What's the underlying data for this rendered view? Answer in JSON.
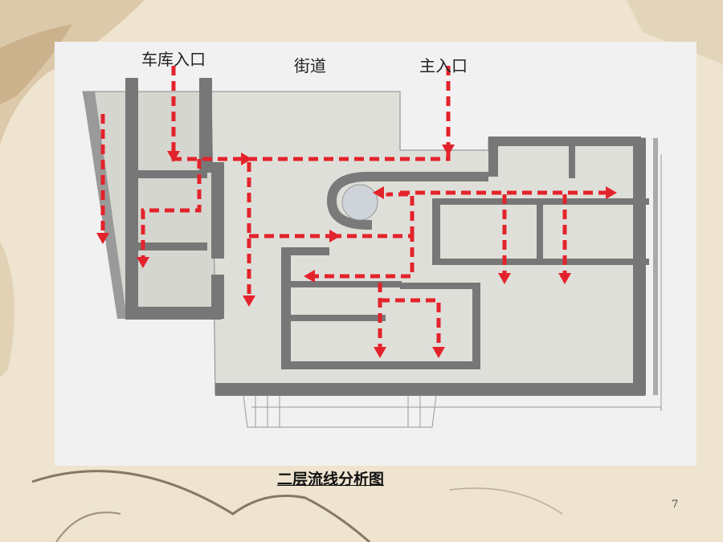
{
  "labels": {
    "garage_entrance": "车库入口",
    "street": "街道",
    "main_entrance": "主入口"
  },
  "caption": "二层流线分析图",
  "page_number": "7",
  "colors": {
    "flow_arrow": "#e3232b",
    "wall": "#6e6e6e",
    "floor": "#dcdcd6",
    "background": "#efe6d3"
  }
}
